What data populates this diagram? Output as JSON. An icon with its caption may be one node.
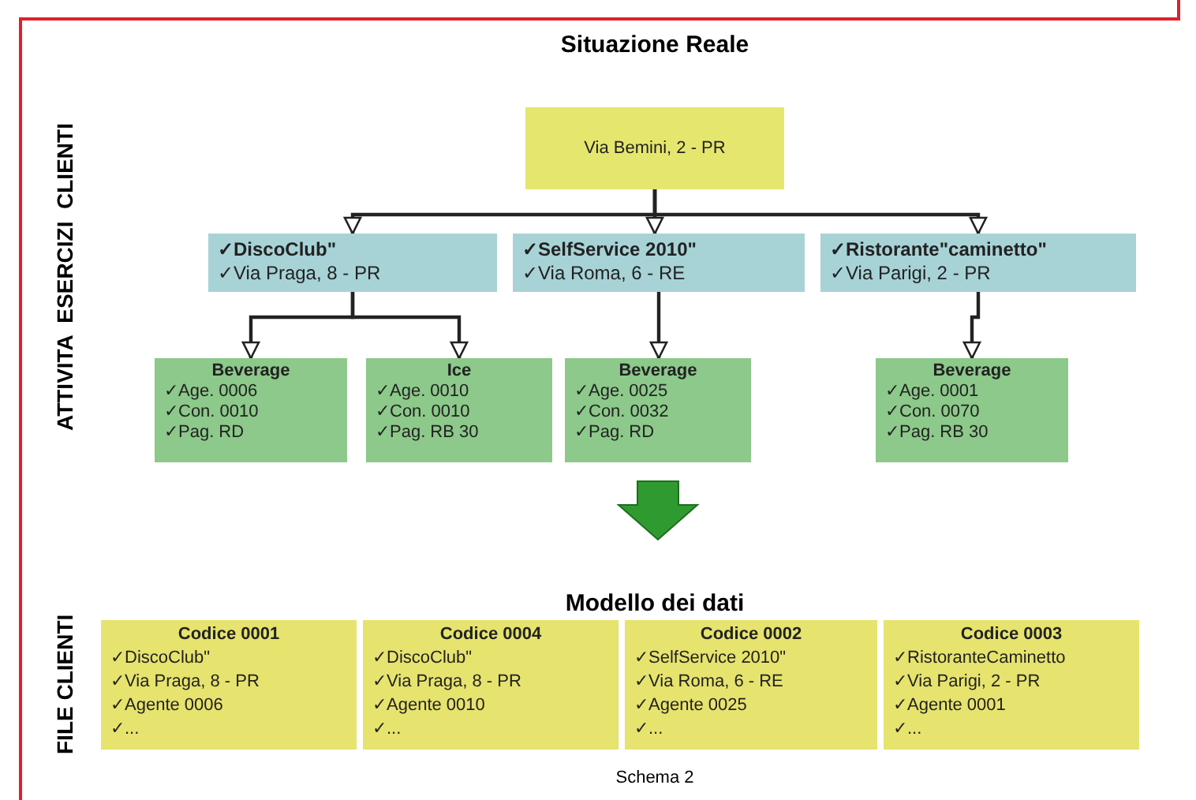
{
  "diagram": {
    "title": "Situazione Reale",
    "caption": "Schema 2",
    "nodes": [
      {
        "text": [
          "Via Bemini, 2 - PR"
        ]
      },
      {
        "text": [
          "✓DiscoClub\"",
          "✓Via Praga, 8 - PR"
        ]
      },
      {
        "text": [
          "✓SelfService 2010\"",
          "✓Via Roma, 6 - RE"
        ]
      },
      {
        "text": [
          "✓Ristorante\"caminetto\"",
          "✓Via Parigi, 2 - PR"
        ]
      },
      {
        "text": [
          "Beverage",
          "✓Age. 0006",
          "✓Con. 0010",
          "✓Pag. RD"
        ]
      },
      {
        "text": [
          "Ice",
          "✓Age. 0010",
          "✓Con. 0010",
          "✓Pag. RB 30"
        ]
      },
      {
        "text": [
          "Beverage",
          "✓Age. 0025",
          "✓Con. 0032",
          "✓Pag. RD"
        ]
      },
      {
        "text": [
          "Beverage",
          "✓Age. 0001",
          "✓Con. 0070",
          "✓Pag. RB 30"
        ]
      },
      {
        "text": [
          "Codice 0001",
          "✓DiscoClub\"",
          "✓Via Praga, 8 - PR",
          "✓Agente 0006",
          "✓..."
        ]
      },
      {
        "text": [
          "Codice 0004",
          "✓DiscoClub\"",
          "✓Via Praga, 8 - PR",
          "✓Agente 0010",
          "✓..."
        ]
      },
      {
        "text": [
          "Codice 0002",
          "✓SelfService 2010\"",
          "✓Via Roma, 6 - RE",
          "✓Agente 0025",
          "✓..."
        ]
      },
      {
        "text": [
          "Codice 0003",
          "✓RistoranteCaminetto",
          "✓Via Parigi, 2 - PR",
          "✓Agente 0001",
          "✓..."
        ]
      }
    ],
    "edges": [
      {
        "from": 0,
        "to": 1,
        "arrow": "to"
      },
      {
        "from": 0,
        "to": 2,
        "arrow": "to"
      },
      {
        "from": 0,
        "to": 3,
        "arrow": "to"
      },
      {
        "from": 1,
        "to": 4,
        "arrow": "to"
      },
      {
        "from": 1,
        "to": 5,
        "arrow": "to"
      },
      {
        "from": 2,
        "to": 6,
        "arrow": "to"
      },
      {
        "from": 3,
        "to": 7,
        "arrow": "to"
      }
    ],
    "labels": [
      "ATTIVITA  ESERCIZI  CLIENTI",
      "Modello dei dati",
      "FILE CLIENTI"
    ]
  }
}
